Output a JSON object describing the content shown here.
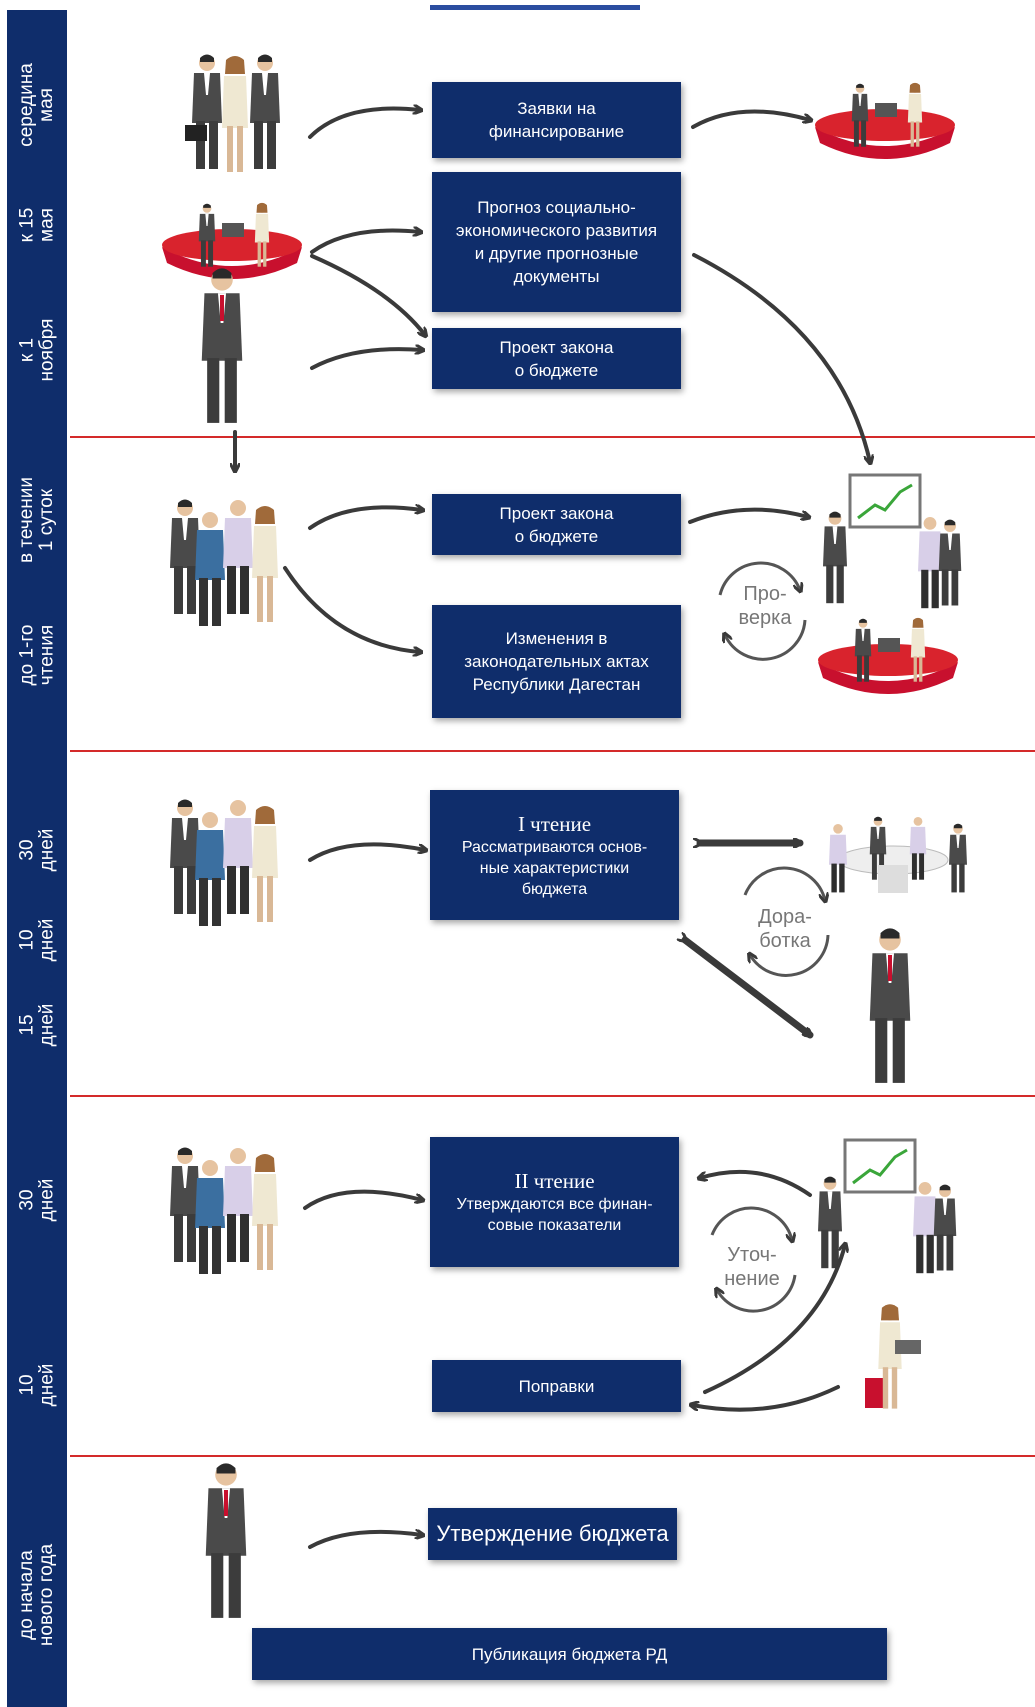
{
  "timeline_labels": {
    "t1": "середина\nмая",
    "t2": "к 15\nмая",
    "t3": "к 1\nноября",
    "t4": "в течении\n1 суток",
    "t5": "до 1-го\nчтения",
    "t6": "30\nдней",
    "t7": "10\nдней",
    "t8": "15\nдней",
    "t9": "30\nдней",
    "t10": "10\nдней",
    "t11": "до начала\nнового года"
  },
  "boxes": {
    "requests": "Заявки на\nфинансирование",
    "forecast": "Прогноз социально-\nэкономического развития\nи другие прогнозные\nдокументы",
    "draft_law_1": "Проект закона\nо бюджете",
    "draft_law_2": "Проект закона\nо бюджете",
    "changes": "Изменения в\nзаконодательных актах\nРеспублики Дагестан",
    "reading1_title": "I чтение",
    "reading1_text": "Рассматриваются основ-\nные характеристики\nбюджета",
    "reading2_title": "II чтение",
    "reading2_text": "Утверждаются все финан-\nсовые показатели",
    "amendments": "Поправки",
    "approval": "Утверждение бюджета",
    "publication": "Публикация бюджета РД"
  },
  "cycles": {
    "check": "Про-\nверка",
    "rework": "Дора-\nботка",
    "clarify": "Уточ-\nнение"
  },
  "colors": {
    "sidebar": "#0f2d6b",
    "box": "#0f2d6b",
    "divider": "#d42a2a",
    "arrow": "#3a3a3a",
    "table": "#c8102e"
  },
  "icons": [
    "business-group-icon",
    "meeting-table-icon",
    "official-man-icon",
    "discussion-group-icon",
    "presentation-board-icon",
    "conference-table-icon",
    "woman-laptop-icon"
  ]
}
